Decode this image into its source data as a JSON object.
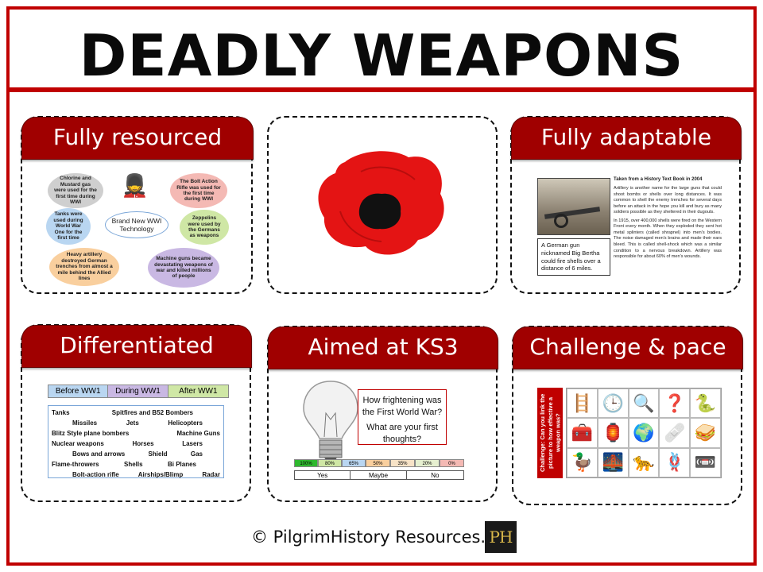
{
  "title": "DEADLY WEAPONS",
  "cards": {
    "fully_resourced": {
      "header": "Fully resourced",
      "center": "Brand New WWI Technology",
      "bubbles": [
        "Chlorine and Mustard gas were used for the first time during WWI",
        "The Bolt Action Rifle was used for the first time during WWI",
        "Tanks were used during World War One for the first time",
        "Zeppelins were used by the Germans as weapons",
        "Heavy artillery destroyed German trenches from almost a mile behind the Allied lines",
        "Machine guns became devastating weapons of war and killed millions of people"
      ]
    },
    "poppy": {
      "icon": "poppy-icon"
    },
    "fully_adaptable": {
      "header": "Fully adaptable",
      "heading": "Taken from a History Text Book in 2004",
      "para1": "Artillery is another name for the large guns that could shoot bombs or shells over long distances. It was common to shell the enemy trenches for several days before an attack in the hope you kill and bury as many soldiers possible as they sheltered in their dugouts.",
      "para2": "In 1915, over 400,000 shells were fired on the Western Front every month. When they exploded they sent hot metal splinters (called shrapnel) into men's bodies. The noise damaged men's brains and made their ears bleed. This is called shell-shock which was a similar condition to a nervous breakdown. Artillery was responsible for about 60% of men's wounds.",
      "caption": "A German gun nicknamed Big Bertha could fire shells over a distance of 6 miles."
    },
    "differentiated": {
      "header": "Differentiated",
      "periods": [
        "Before WW1",
        "During WW1",
        "After WW1"
      ],
      "period_colors": [
        "#b9d6f1",
        "#c9b8e3",
        "#cfe7a5"
      ],
      "rows": [
        [
          "Tanks",
          "Spitfires and B52 Bombers",
          ""
        ],
        [
          "Missiles",
          "Jets",
          "Helicopters"
        ],
        [
          "Blitz Style plane bombers",
          "",
          "Machine Guns"
        ],
        [
          "Nuclear weapons",
          "Horses",
          "Lasers"
        ],
        [
          "Bows and arrows",
          "Shield",
          "Gas"
        ],
        [
          "Flame-throwers",
          "Shells",
          "Bi Planes"
        ],
        [
          "Bolt-action rifle",
          "Airships/Blimp",
          "Radar"
        ]
      ]
    },
    "aimed_ks3": {
      "header": "Aimed at KS3",
      "question_1": "How frightening was the First World War?",
      "question_2": "What are your first thoughts?",
      "scale": [
        "100%",
        "80%",
        "65%",
        "50%",
        "35%",
        "20%",
        "0%"
      ],
      "scale_colors": [
        "#2eb82e",
        "#cfe7a5",
        "#b9d6f1",
        "#f9cf9e",
        "#f7e3c7",
        "#e6f0d0",
        "#f4b9b4"
      ],
      "answers": [
        "Yes",
        "Maybe",
        "No"
      ]
    },
    "challenge_pace": {
      "header": "Challenge & pace",
      "strip": "Challenge: Can you link the picture to how effective a weapon was?",
      "icons": [
        "🪜",
        "🕒",
        "🔍",
        "❓",
        "🐍",
        "🧰",
        "🏮",
        "🌍",
        "🩹",
        "🥪",
        "🦆",
        "🌉",
        "🐆",
        "🪢",
        "📼"
      ]
    }
  },
  "footer": "© PilgrimHistory Resources.",
  "logo": "PH"
}
